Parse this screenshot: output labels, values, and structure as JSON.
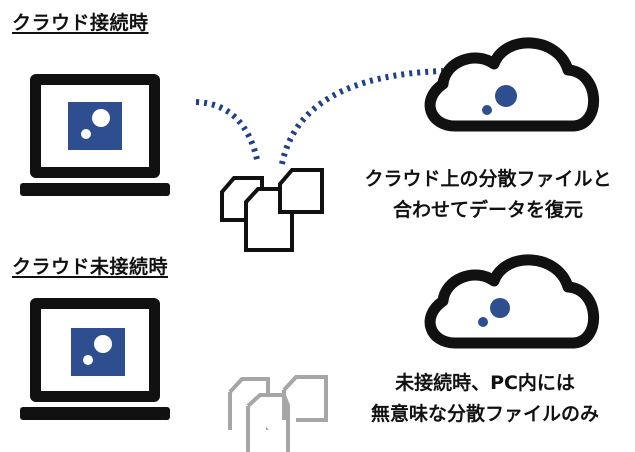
{
  "connected": {
    "heading": "クラウド接続時",
    "caption_line1": "クラウド上の分散ファイルと",
    "caption_line2": "合わせてデータを復元"
  },
  "disconnected": {
    "heading": "クラウド未接続時",
    "caption_line1": "未接続時、PC内には",
    "caption_line2": "無意味な分散ファイルのみ"
  },
  "icons": {
    "laptop": "laptop-icon",
    "cloud": "cloud-icon",
    "files": "file-fragments-icon",
    "link": "dotted-connection-line"
  },
  "colors": {
    "text": "#111111",
    "screen": "#2f4e8f",
    "link": "#1e3f8a",
    "files_active": "#111111",
    "files_inactive": "#a6a6a6"
  }
}
